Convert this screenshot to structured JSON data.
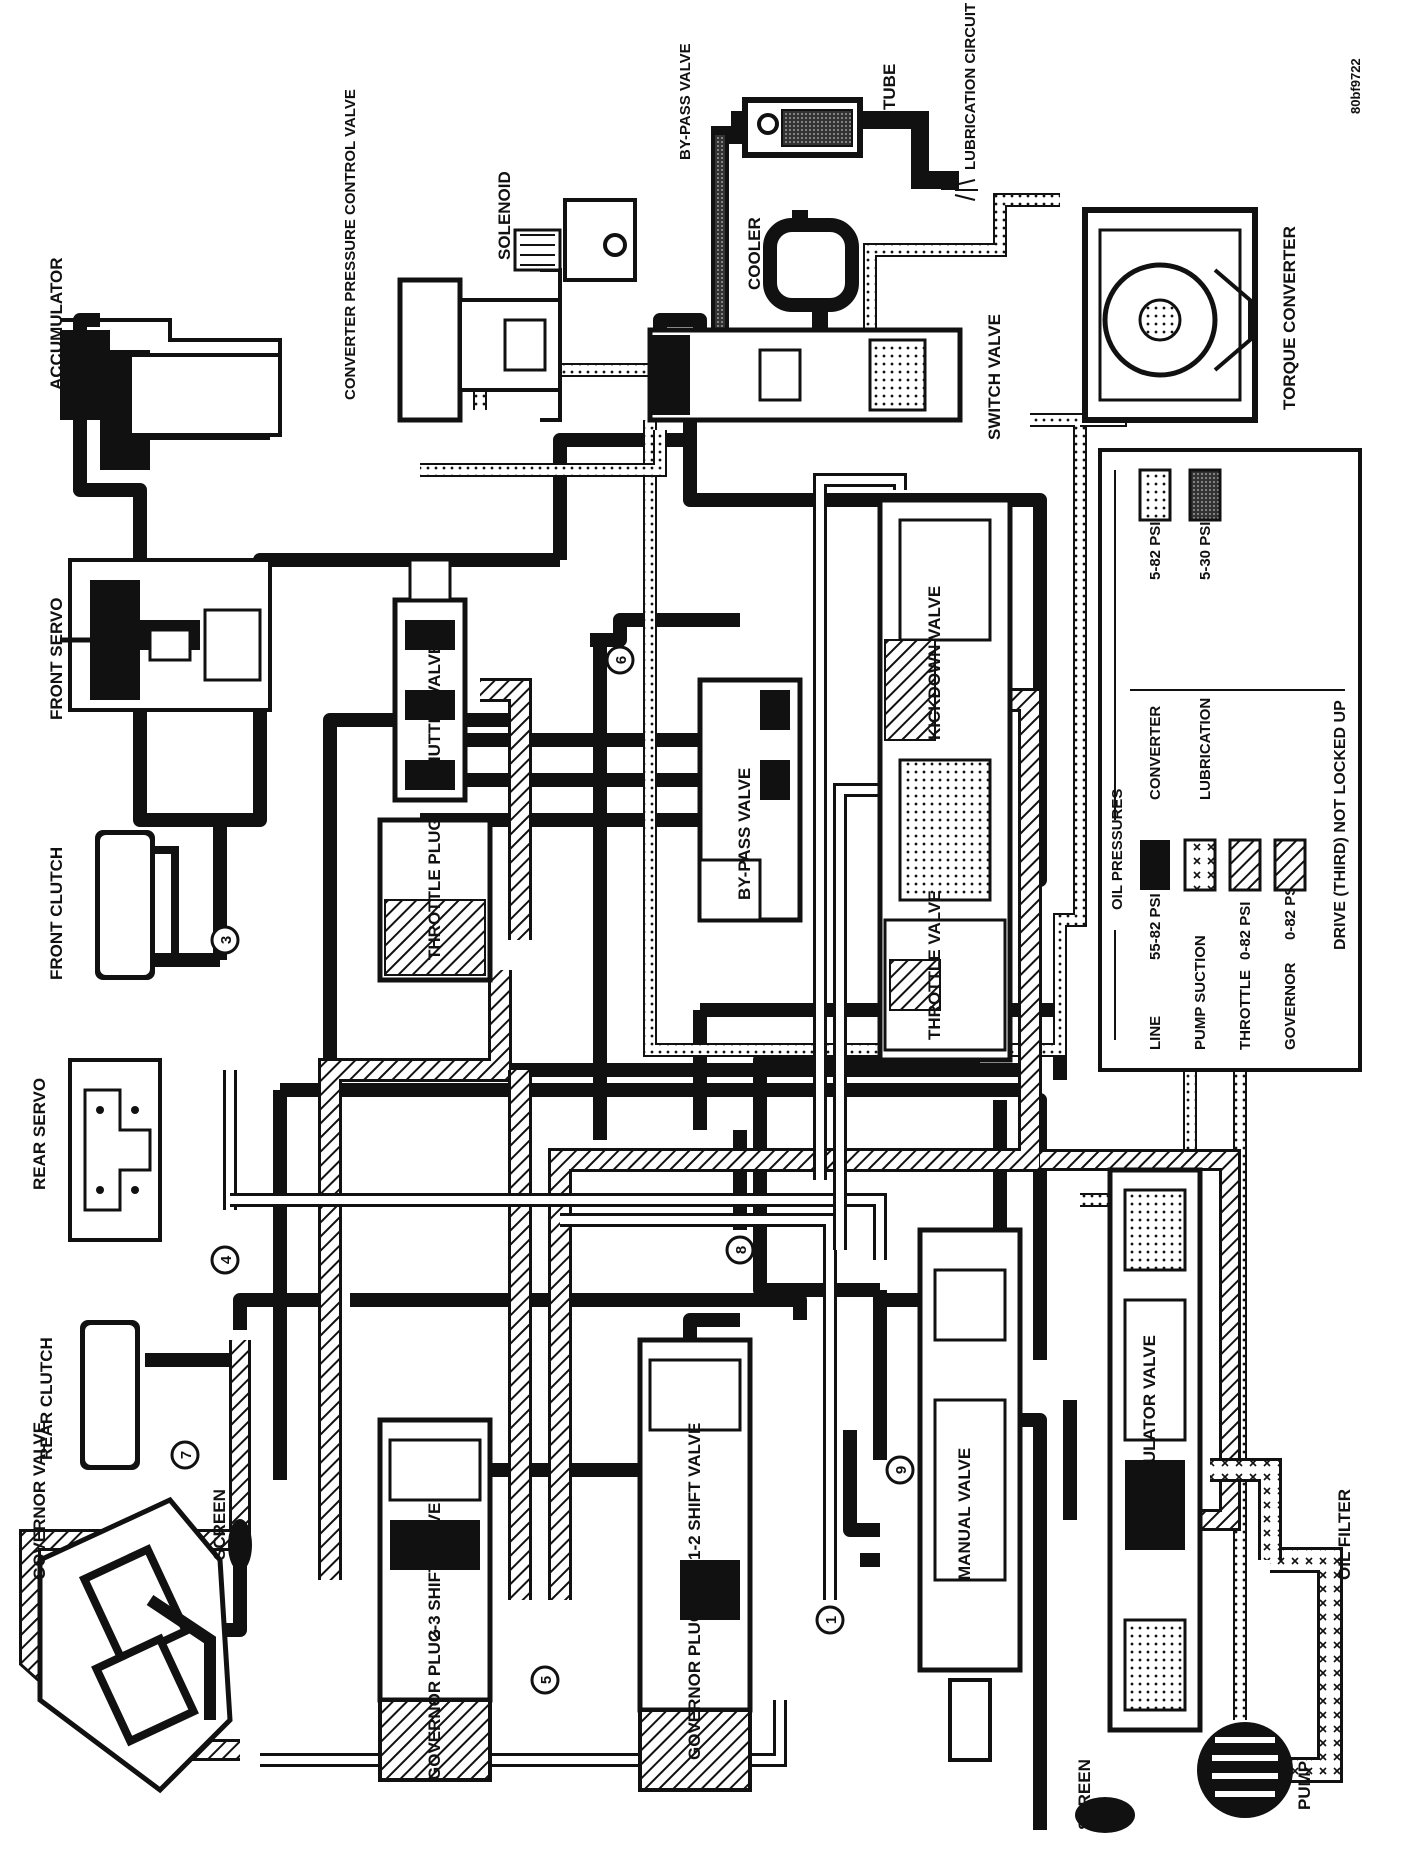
{
  "document_id": "80bf9722",
  "components": {
    "accumulator": "ACCUMULATOR",
    "front_servo": "FRONT  SERVO",
    "front_clutch": "FRONT CLUTCH",
    "rear_servo": "REAR SERVO",
    "rear_clutch": "REAR CLUTCH",
    "governor_valve": "GOVERNOR VALVE",
    "screen_upper": "SCREEN",
    "screen_lower": "SCREEN",
    "converter_pressure_control_valve": "CONVERTER PRESSURE CONTROL VALVE",
    "solenoid": "SOLENOID",
    "bypass_valve_top": "BY-PASS VALVE",
    "tube": "TUBE",
    "lubrication_circuit": "LUBRICATION CIRCUIT",
    "cooler": "COOLER",
    "switch_valve": "SWITCH VALVE",
    "torque_converter": "TORQUE CONVERTER",
    "shuttle_valve": "SHUTTLE VALVE",
    "throttle_plug": "THROTTLE PLUG",
    "bypass_valve_mid": "BY-PASS VALVE",
    "kickdown_valve": "KICKDOWN VALVE",
    "throttle_valve": "THROTTLE VALVE",
    "shift_valve_23": "2-3 SHIFT VALVE",
    "governor_plug_1": "GOVERNOR PLUG",
    "shift_valve_12": "1-2 SHIFT VALVE",
    "governor_plug_2": "GOVERNOR PLUG",
    "manual_valve": "MANUAL VALVE",
    "regulator_valve": "REGULATOR VALVE",
    "oil_filter": "OIL FILTER",
    "pump": "PUMP"
  },
  "check_balls": [
    "1",
    "3",
    "4",
    "5",
    "6",
    "7",
    "8",
    "9"
  ],
  "legend": {
    "title": "OIL PRESSURES",
    "entries": [
      {
        "label": "LINE",
        "value": "55-82 PSI",
        "pattern": "solid"
      },
      {
        "label": "PUMP SUCTION",
        "value": "",
        "pattern": "suction-x"
      },
      {
        "label": "THROTTLE",
        "value": "0-82 PSI",
        "pattern": "hatch"
      },
      {
        "label": "GOVERNOR",
        "value": "0-82 PSI",
        "pattern": "hatch-wide"
      },
      {
        "label": "CONVERTER",
        "value": "5-82 PSI",
        "pattern": "dotted"
      },
      {
        "label": "LUBRICATION",
        "value": "5-30 PSI",
        "pattern": "dense-dot"
      }
    ],
    "caption": "DRIVE (THIRD)  NOT  LOCKED  UP"
  },
  "colors": {
    "line": "#111111",
    "paper": "#ffffff",
    "converter_fill": "#ffffff"
  }
}
